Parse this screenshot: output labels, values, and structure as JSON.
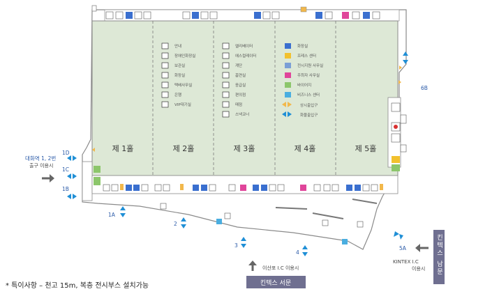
{
  "halls": [
    {
      "id": "h1",
      "label": "제 1홀"
    },
    {
      "id": "h2",
      "label": "제 2홀"
    },
    {
      "id": "h3",
      "label": "제 3홀"
    },
    {
      "id": "h4",
      "label": "제 4홀"
    },
    {
      "id": "h5",
      "label": "제 5홀"
    }
  ],
  "legend": {
    "col1": [
      {
        "label": "안내",
        "icon": "info-icon"
      },
      {
        "label": "장애인화장실",
        "icon": "accessible-restroom-icon"
      },
      {
        "label": "보관실",
        "icon": "storage-icon"
      },
      {
        "label": "화장실",
        "icon": "restroom-icon"
      },
      {
        "label": "택배사무실",
        "icon": "delivery-icon"
      },
      {
        "label": "은행",
        "icon": "bank-icon"
      },
      {
        "label": "VIP대기실",
        "icon": "vip-lounge-icon"
      }
    ],
    "col2": [
      {
        "label": "엘리베이터",
        "icon": "elevator-icon"
      },
      {
        "label": "에스컬레이터",
        "icon": "escalator-icon"
      },
      {
        "label": "계단",
        "icon": "stairs-icon"
      },
      {
        "label": "흡연실",
        "icon": "smoking-room-icon"
      },
      {
        "label": "응급실",
        "icon": "first-aid-icon"
      },
      {
        "label": "편의점",
        "icon": "convenience-store-icon"
      },
      {
        "label": "매점",
        "icon": "kiosk-icon"
      },
      {
        "label": "스낵코너",
        "icon": "snack-corner-icon"
      }
    ],
    "col3": [
      {
        "label": "화장실",
        "color": "#3a6fcf"
      },
      {
        "label": "프레스 센터",
        "color": "#f2c12e"
      },
      {
        "label": "전시지원 사무실",
        "color": "#7b9fd6"
      },
      {
        "label": "주최자 사무실",
        "color": "#e0459a"
      },
      {
        "label": "비즈니스 센터",
        "color": "#8cc66b"
      },
      {
        "label": "바이어지",
        "color": "#4aaee0"
      },
      {
        "label": "상시출입구",
        "color": "#f2b84b"
      },
      {
        "label": "화물출입구",
        "color": "#1f8fd6"
      }
    ]
  },
  "gates": {
    "g1D": "1D",
    "g1C": "1C",
    "g1B": "1B",
    "g1A": "1A",
    "g2": "2",
    "g3": "3",
    "g4": "4",
    "g5A": "5A",
    "g6B": "6B"
  },
  "access": {
    "daehwa_line1": "대화역 1, 2번",
    "daehwa_line2": "출구 이용시",
    "ilsan_ic": "이산포 I.C 이용시",
    "kintex_ic_line1": "KINTEX I.C",
    "kintex_ic_line2": "이용시",
    "west_gate": "킨텍스 서문",
    "south_gate": "킨텍스 남문"
  },
  "note": "* 특이사항 – 천고 15m, 복층 전시부스 설치가능",
  "colors": {
    "hall_fill": "#dde8d6",
    "building_fill": "#ffffff",
    "outline": "#8a8a8a",
    "gate_blue": "#1f8fd6",
    "gate_label": "#2a5aa8",
    "gate_box": "#6f6f90",
    "entry_orange": "#f2b84b"
  }
}
